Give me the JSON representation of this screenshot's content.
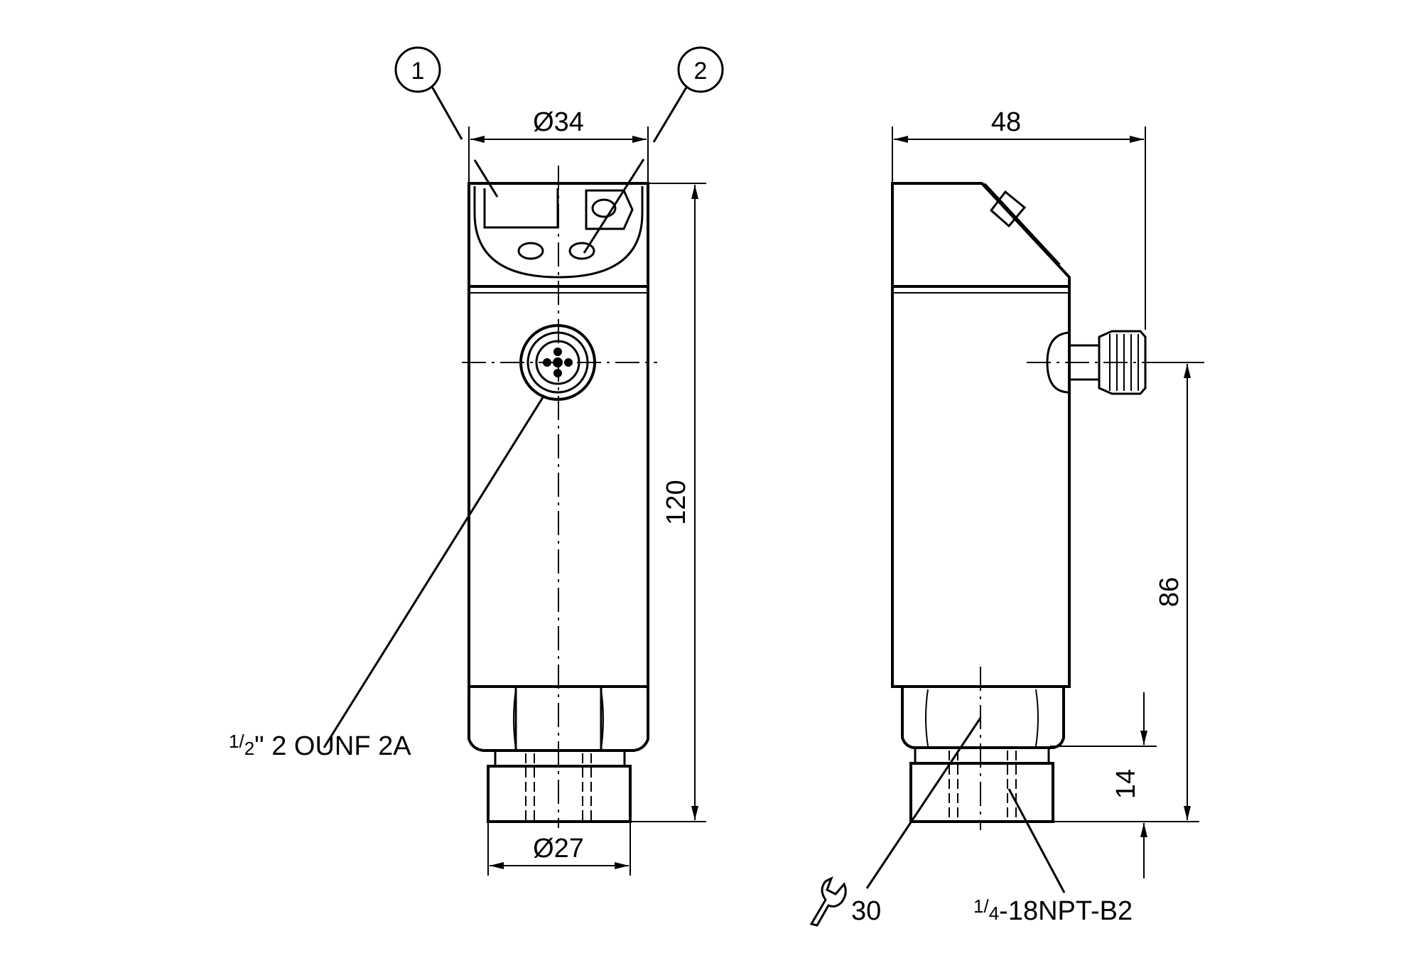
{
  "callouts": [
    {
      "number": "1"
    },
    {
      "number": "2"
    }
  ],
  "dimensions": {
    "top_width": "Ø34",
    "bottom_width": "Ø27",
    "height_total": "120",
    "side_depth": "48",
    "connector_height": "86",
    "thread_length": "14"
  },
  "notes": {
    "connector_thread": {
      "fraction_num": "1",
      "fraction_den": "2",
      "rest": "\" 2 OUNF 2A"
    },
    "wrench_size": "30",
    "process_thread": {
      "fraction_num": "1",
      "fraction_den": "4",
      "rest": "-18NPT-B2"
    }
  },
  "icons": {
    "wrench": "wrench-icon",
    "connector": "m12-connector-icon"
  },
  "colors": {
    "line": "#000000",
    "background": "#ffffff"
  }
}
